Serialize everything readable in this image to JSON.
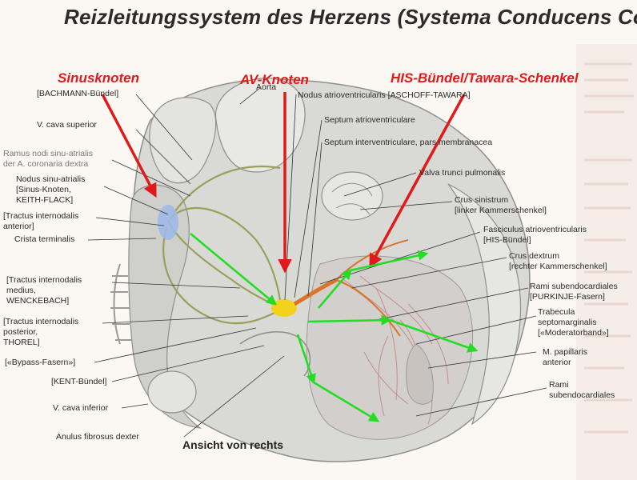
{
  "title": "Reizleitungssystem des Herzens (Systema Conducens Cordis)",
  "highlight_labels": {
    "sinusknoten": "Sinusknoten",
    "av_knoten": "AV-Knoten",
    "his_buendel": "HIS-Bündel/Tawara-Schenkel"
  },
  "left_labels": {
    "bachmann": "[BACHMANN-Bündel]",
    "vcava_sup": "V. cava superior",
    "ramus_1": "Ramus nodi sinu-atrialis",
    "ramus_2": "der A. coronaria dextra",
    "nodus_sa_1": "Nodus sinu-atrialis",
    "nodus_sa_2": "[Sinus-Knoten,",
    "nodus_sa_3": "KEITH-FLACK]",
    "tractus_ant_1": "[Tractus internodalis",
    "tractus_ant_2": "anterior]",
    "crista": "Crista terminalis",
    "tractus_med_1": "[Tractus internodalis",
    "tractus_med_2": "medius,",
    "tractus_med_3": "WENCKEBACH]",
    "tractus_post_1": "[Tractus internodalis",
    "tractus_post_2": "posterior,",
    "tractus_post_3": "THOREL]",
    "bypass": "[«Bypass-Fasern»]",
    "kent": "[KENT-Bündel]",
    "vcava_inf": "V. cava inferior",
    "anulus": "Anulus fibrosus dexter"
  },
  "right_labels": {
    "aorta": "Aorta",
    "nodus_av": "Nodus atrioventricularis [ASCHOFF-TAWARA]",
    "septum_av": "Septum atrioventriculare",
    "septum_iv": "Septum interventriculare, pars membranacea",
    "valva": "Valva trunci pulmonalis",
    "crus_sin_1": "Crus sinistrum",
    "crus_sin_2": "[linker Kammerschenkel]",
    "fasciculus_1": "Fasciculus atrioventricularis",
    "fasciculus_2": "[HIS-Bündel]",
    "crus_dex_1": "Crus dextrum",
    "crus_dex_2": "[rechter Kammerschenkel]",
    "rami_1_1": "Rami subendocardiales",
    "rami_1_2": "[PURKINJE-Fasern]",
    "trabecula_1": "Trabecula",
    "trabecula_2": "septomarginalis",
    "trabecula_3": "[«Moderatorband»]",
    "papillaris_1": "M. papillaris",
    "papillaris_2": "anterior",
    "rami_2_1": "Rami",
    "rami_2_2": "subendocardiales"
  },
  "view_caption": "Ansicht von rechts",
  "colors": {
    "red_arrow": "#e01a1a",
    "green_arrow": "#22dd22",
    "sa_node": "#9fb8e6",
    "av_node": "#f2d21a",
    "his_bundle": "#d9742a"
  }
}
